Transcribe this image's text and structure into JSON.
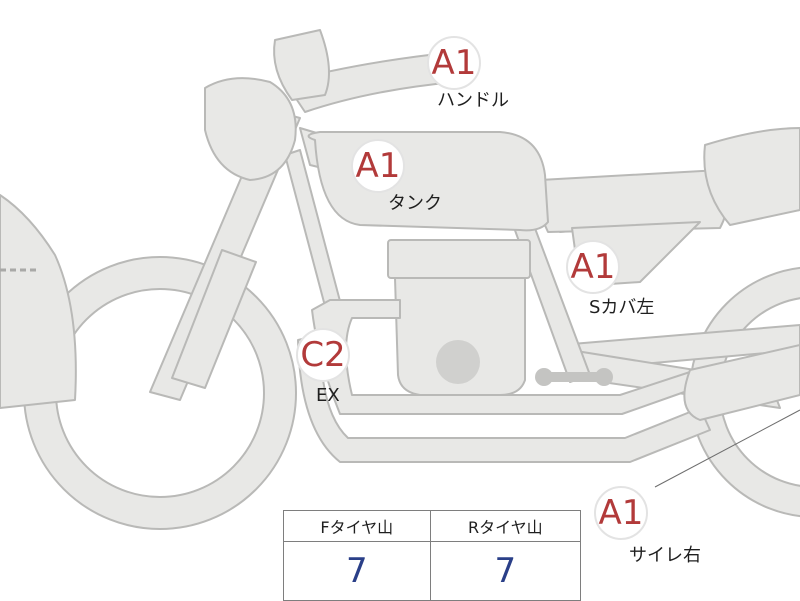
{
  "annotations": [
    {
      "id": "handle",
      "grade": "A1",
      "label": "ハンドル"
    },
    {
      "id": "tank",
      "grade": "A1",
      "label": "タンク"
    },
    {
      "id": "side-cover-left",
      "grade": "A1",
      "label": "Sカバ左"
    },
    {
      "id": "exhaust",
      "grade": "C2",
      "label": "EX"
    },
    {
      "id": "muffler-right",
      "grade": "A1",
      "label": "サイレ右"
    }
  ],
  "tread_table": {
    "headers": [
      "Fタイヤ山",
      "Rタイヤ山"
    ],
    "values": [
      "7",
      "7"
    ]
  },
  "colors": {
    "body_fill": "#e8e8e6",
    "body_stroke": "#b9b9b7",
    "grade_text": "#b23a3a",
    "table_value": "#2a3f88"
  }
}
